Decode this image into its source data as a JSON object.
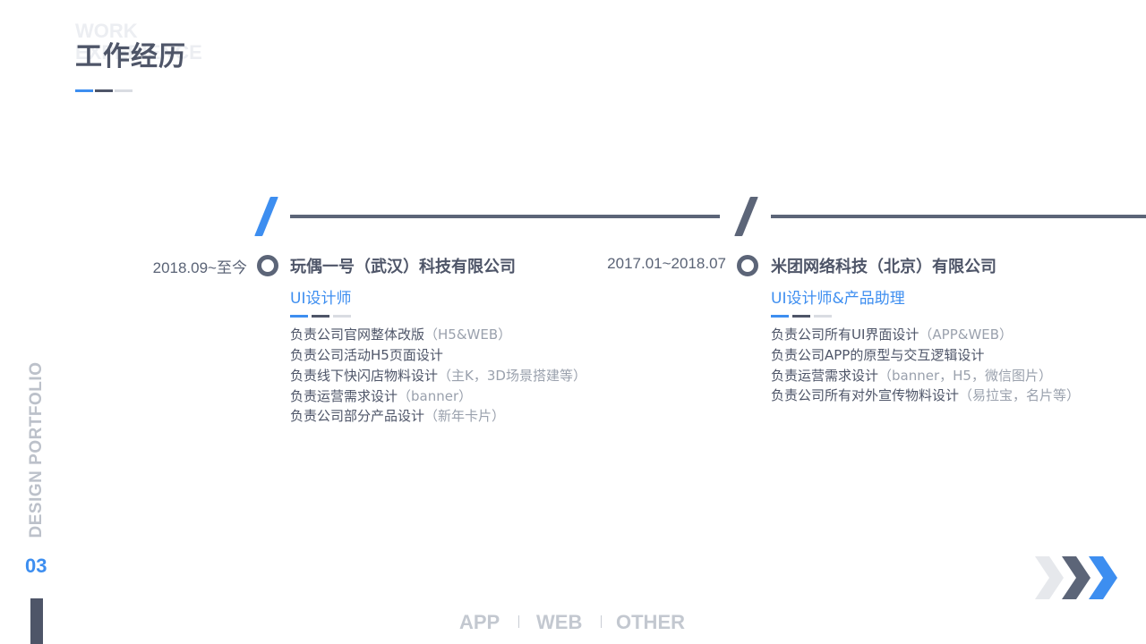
{
  "header": {
    "bg_line1": "WORK",
    "bg_line2": "EXPERIENCE",
    "title": "工作经历"
  },
  "colors": {
    "accent": "#3d8ef0",
    "dark": "#4e5568",
    "muted": "#9aa1ad",
    "light": "#d9dce2"
  },
  "jobs": [
    {
      "date": "2018.09~至今",
      "company": "玩偶一号（武汉）科技有限公司",
      "role": "UI设计师",
      "duties": [
        {
          "text": "负责公司官网整体改版",
          "note": "（H5&WEB）"
        },
        {
          "text": "负责公司活动H5页面设计",
          "note": ""
        },
        {
          "text": "负责线下快闪店物料设计",
          "note": "（主K，3D场景搭建等）"
        },
        {
          "text": "负责运营需求设计",
          "note": "（banner）"
        },
        {
          "text": "负责公司部分产品设计",
          "note": "（新年卡片）"
        }
      ]
    },
    {
      "date": "2017.01~2018.07",
      "company": "米团网络科技（北京）有限公司",
      "role": "UI设计师&产品助理",
      "duties": [
        {
          "text": "负责公司所有UI界面设计",
          "note": "（APP&WEB）"
        },
        {
          "text": "负责公司APP的原型与交互逻辑设计",
          "note": ""
        },
        {
          "text": "负责运营需求设计",
          "note": "（banner，H5，微信图片）"
        },
        {
          "text": "负责公司所有对外宣传物料设计",
          "note": "（易拉宝，名片等）"
        }
      ]
    }
  ],
  "sidebar": {
    "vertical_text": "DESIGN PORTFOLIO",
    "page_number": "03"
  },
  "nav": {
    "items": [
      "APP",
      "WEB",
      "OTHER"
    ]
  },
  "arrows": {
    "icon": "chevron-right-icon",
    "colors": [
      "#e6e8ec",
      "#5c6578",
      "#3d8ef0"
    ]
  }
}
